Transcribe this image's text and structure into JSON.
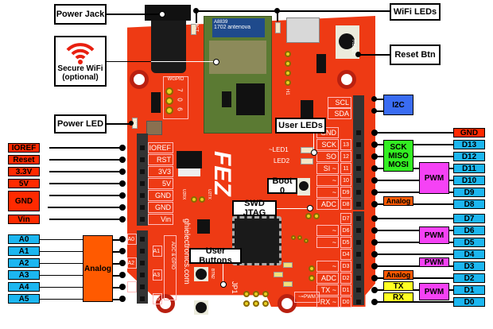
{
  "callouts": {
    "power_jack": "Power Jack",
    "secure_wifi_line1": "Secure WiFi",
    "secure_wifi_line2": "(optional)",
    "power_led": "Power LED",
    "wifi_leds": "WiFi LEDs",
    "reset_btn": "Reset Btn",
    "user_leds": "User LEDs",
    "boot0": "Boot 0",
    "swd_jtag": "SWD JTAG",
    "user_buttons": "User Buttons"
  },
  "left_power_pins": [
    {
      "label": "IOREF",
      "silk": "IOREF"
    },
    {
      "label": "Reset",
      "silk": "RST"
    },
    {
      "label": "3.3V",
      "silk": "3V3"
    },
    {
      "label": "5V",
      "silk": "5V"
    },
    {
      "label": "GND",
      "silk": "GND"
    },
    {
      "label": "",
      "silk": "GND"
    },
    {
      "label": "Vin",
      "silk": "Vin"
    }
  ],
  "left_analog_pins": [
    {
      "label": "A0",
      "silk": "A0"
    },
    {
      "label": "A1",
      "silk": "A1"
    },
    {
      "label": "A2",
      "silk": "A2"
    },
    {
      "label": "A3",
      "silk": "A3"
    },
    {
      "label": "A4",
      "silk": "A4"
    },
    {
      "label": "A5",
      "silk": "A5"
    }
  ],
  "analog_group_label": "Analog",
  "adc_gpio_silk": "ADC & GPIO",
  "i2c": {
    "label": "I2C",
    "pins": [
      "SCL",
      "SDA"
    ]
  },
  "spi": {
    "line1": "SCK",
    "line2": "MISO",
    "line3": "MOSI"
  },
  "right_pins_upper": [
    {
      "label": "GND",
      "silk": "GND",
      "num": ""
    },
    {
      "label": "D13",
      "silk": "SCK",
      "num": "13"
    },
    {
      "label": "D12",
      "silk": "SO",
      "num": "12"
    },
    {
      "label": "D11",
      "silk": "SI ~",
      "num": "11"
    },
    {
      "label": "D10",
      "silk": "~",
      "num": "10"
    },
    {
      "label": "D9",
      "silk": "~",
      "num": "D9"
    },
    {
      "label": "D8",
      "silk": "ADC",
      "num": "D8"
    }
  ],
  "right_pins_lower": [
    {
      "label": "D7",
      "silk": "",
      "num": "D7"
    },
    {
      "label": "D6",
      "silk": "~",
      "num": "D6"
    },
    {
      "label": "D5",
      "silk": "~",
      "num": "D5"
    },
    {
      "label": "D4",
      "silk": "",
      "num": "D4"
    },
    {
      "label": "D3",
      "silk": "~",
      "num": "D3"
    },
    {
      "label": "D2",
      "silk": "ADC",
      "num": "D2"
    },
    {
      "label": "D1",
      "silk": "TX ~",
      "num": "D1"
    },
    {
      "label": "D0",
      "silk": "RX ~",
      "num": "D0"
    }
  ],
  "function_tags": {
    "pwm": "PWM",
    "analog": "Analog",
    "tx": "TX",
    "rx": "RX"
  },
  "board_silk": {
    "fez": "FEZ",
    "website": "ghielectronics.com",
    "wgpio": "WGPIO",
    "wgpio_pins": [
      "7",
      "0",
      "6"
    ],
    "pwr": "PWR",
    "act": "ACT",
    "led1": "~LED1",
    "led2": "LED2",
    "reset": "RESET",
    "h1": "H1",
    "u2rx": "U2RX",
    "u2tx": "U2TX",
    "jp1": "JP1",
    "btn1": "BTN1",
    "btn2": "BTN2",
    "pwm_tag": "~=PWM",
    "module_code": "A8839",
    "module_year": "1702",
    "module_brand": "antenova"
  },
  "colors": {
    "board": "#ee3a14",
    "power_pin": "#ff2a00",
    "digital_pin": "#1cb6f0",
    "analog": "#ff5a00",
    "pwm": "#f542f5",
    "spi": "#33ee22",
    "uart": "#ffff22",
    "i2c": "#3a6cf2"
  }
}
